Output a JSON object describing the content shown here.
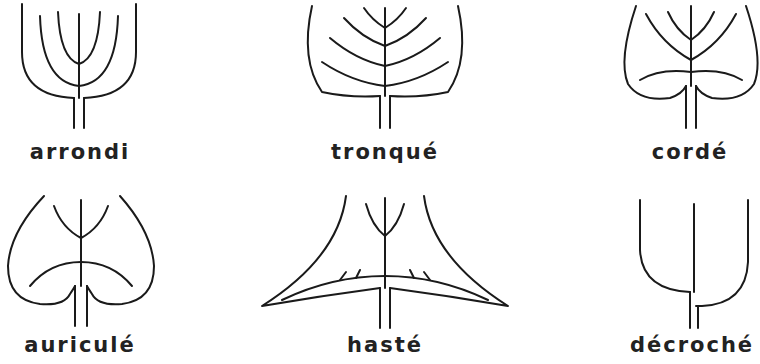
{
  "diagram": {
    "labels": [
      "arrondi",
      "tronqué",
      "cordé",
      "auriculé",
      "hasté",
      "décroché"
    ]
  }
}
